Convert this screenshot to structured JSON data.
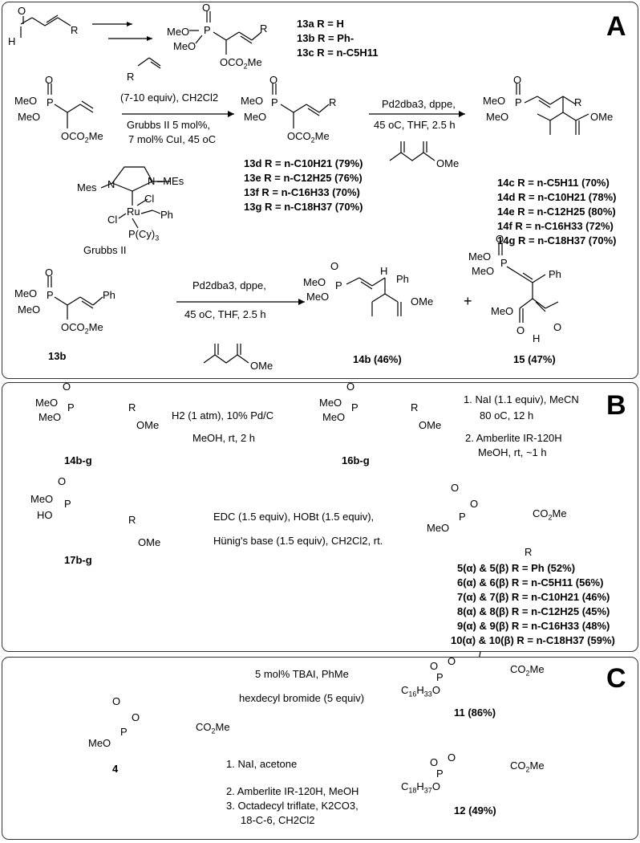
{
  "panels": {
    "A": {
      "label": "A",
      "row1": {
        "product_labels": [
          "13a R = H",
          "13b R = Ph-",
          "13c R = n-C5H11"
        ]
      },
      "row2": {
        "cond_top": "(7-10 equiv), CH2Cl2",
        "cond_b1": "Grubbs II 5 mol%,",
        "cond_b2": "7 mol% CuI, 45 oC",
        "catalyst_name": "Grubbs II",
        "products": [
          "13d R = n-C10H21 (79%)",
          "13e R = n-C12H25 (76%)",
          "13f  R = n-C16H33 (70%)",
          "13g R = n-C18H37 (70%)"
        ],
        "cond2_top": "Pd2dba3, dppe,",
        "cond2_bottom": "45 oC, THF, 2.5 h",
        "products2": [
          "14c R = n-C5H11 (70%)",
          "14d R = n-C10H21 (78%)",
          "14e R = n-C12H25 (80%)",
          "14f  R = n-C16H33 (72%)",
          "14g R = n-C18H37 (70%)"
        ]
      },
      "row3": {
        "start": "13b",
        "cond_top": "Pd2dba3, dppe,",
        "cond_bottom": "45 oC, THF, 2.5 h",
        "product1": "14b (46%)",
        "plus": "+",
        "product2": "15 (47%)"
      }
    },
    "B": {
      "label": "B",
      "start": "14b-g",
      "cond1_top": "H2 (1 atm), 10% Pd/C",
      "cond1_bottom": "MeOH, rt, 2 h",
      "intermediate": "16b-g",
      "cond2_1": "1. NaI (1.1 equiv), MeCN",
      "cond2_2": "80 oC, 12 h",
      "cond2_3": "2. Amberlite IR-120H",
      "cond2_4": "MeOH, rt, ~1 h",
      "acid": "17b-g",
      "cond3_top": "EDC (1.5 equiv), HOBt (1.5 equiv),",
      "cond3_bottom": "Hünig's base (1.5 equiv), CH2Cl2, rt.",
      "products": [
        "5(α) & 5(β)  R =  Ph (52%)",
        "6(α) & 6(β)  R =  n-C5H11 (56%)",
        "7(α) & 7(β)  R =  n-C10H21 (46%)",
        "8(α) & 8(β)  R =  n-C12H25 (45%)",
        "9(α) & 9(β)  R =   n-C16H33 (48%)",
        "10(α) & 10(β) R =  n-C18H37 (59%)"
      ]
    },
    "C": {
      "label": "C",
      "start": "4",
      "cond1_top": "5 mol% TBAI, PhMe",
      "cond1_bottom": "hexdecyl bromide (5 equiv)",
      "product1": "11 (86%)",
      "cond2_1": "1. NaI, acetone",
      "cond2_2": "2. Amberlite IR-120H, MeOH",
      "cond2_3": "3. Octadecyl triflate, K2CO3,",
      "cond2_4": "18-C-6, CH2Cl2",
      "product2": "12 (49%)"
    }
  }
}
